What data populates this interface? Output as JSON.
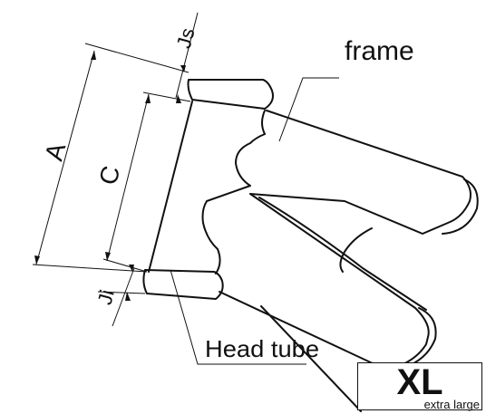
{
  "labels": {
    "frame": "frame",
    "head_tube": "Head tube",
    "dim_a": "A",
    "dim_c": "C",
    "dim_js": "Js",
    "dim_ji": "Ji"
  },
  "size_badge": {
    "code": "XL",
    "description": "extra large"
  }
}
